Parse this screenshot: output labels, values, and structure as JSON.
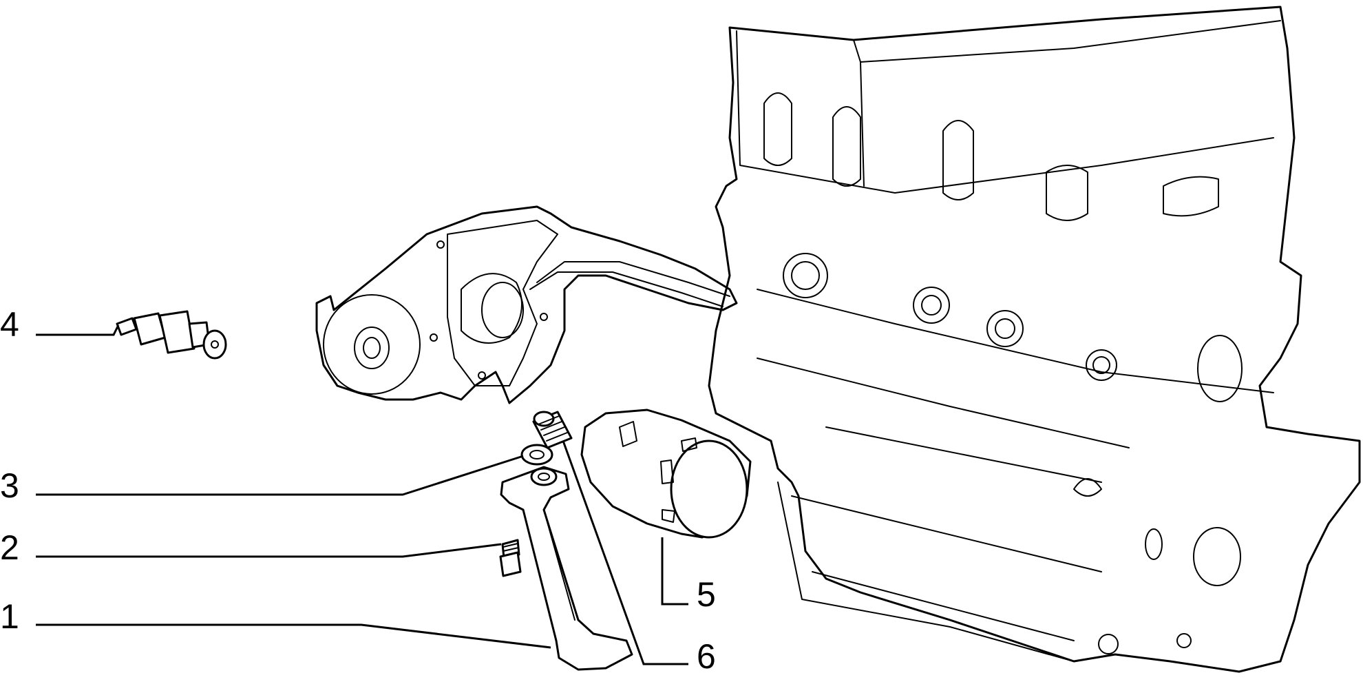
{
  "callouts": [
    {
      "id": "1",
      "label": "1",
      "part": "oil-pump-pickup"
    },
    {
      "id": "2",
      "label": "2",
      "part": "screw"
    },
    {
      "id": "3",
      "label": "3",
      "part": "washer"
    },
    {
      "id": "4",
      "label": "4",
      "part": "oil-pressure-switch"
    },
    {
      "id": "5",
      "label": "5",
      "part": "oil-filter"
    },
    {
      "id": "6",
      "label": "6",
      "part": "filter-union"
    }
  ],
  "colors": {
    "ink": "#000000",
    "paper": "#ffffff"
  }
}
